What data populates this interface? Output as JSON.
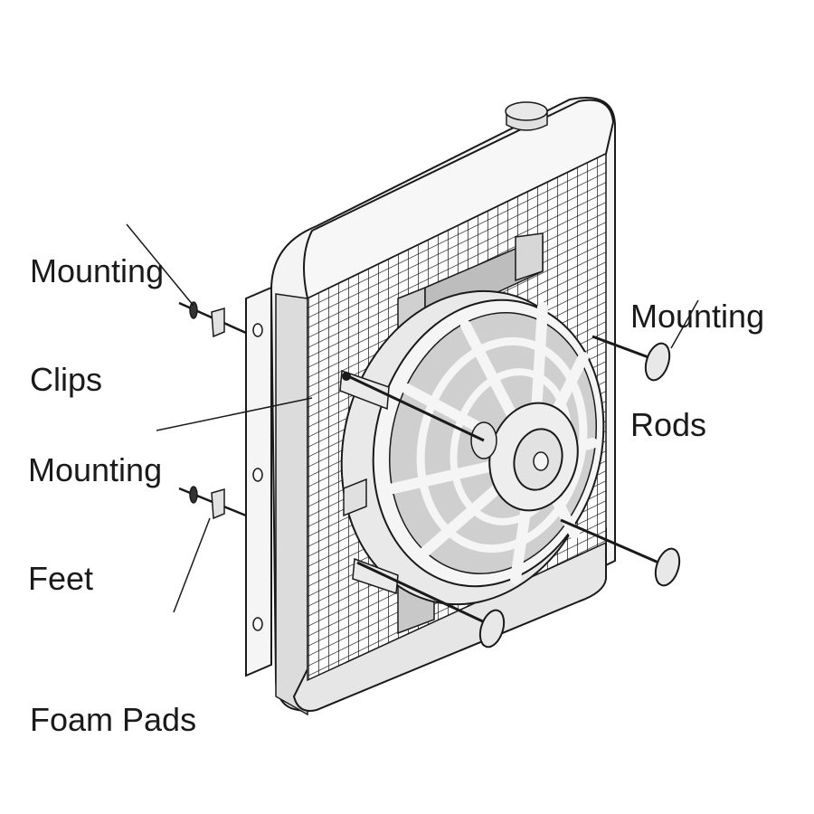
{
  "diagram": {
    "subject": "Radiator electric fan mounting kit",
    "labels": [
      {
        "id": "mounting-clips",
        "line1": "Mounting",
        "line2": "Clips"
      },
      {
        "id": "mounting-rods",
        "line1": "Mounting",
        "line2": "Rods"
      },
      {
        "id": "mounting-feet",
        "line1": "Mounting",
        "line2": "Feet"
      },
      {
        "id": "foam-pads",
        "line1": "Foam Pads",
        "line2": ""
      }
    ],
    "colors": {
      "line": "#1a1a1a",
      "light_fill": "#f2f2f2",
      "mid_fill": "#d9d9d9",
      "dark_fill": "#bdbdbd"
    }
  }
}
